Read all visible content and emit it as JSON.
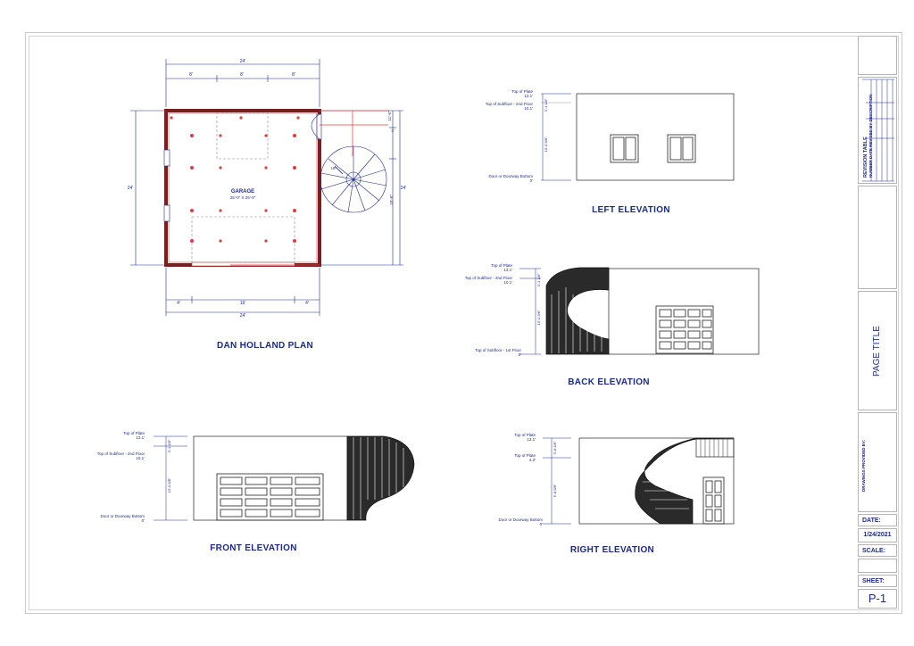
{
  "plan": {
    "title": "DAN HOLLAND PLAN",
    "room_name": "GARAGE",
    "room_size": "25'-0\" X 25'-0\"",
    "dim_top_overall": "24'",
    "dim_top_segments": [
      "8'",
      "8'",
      "8'"
    ],
    "dim_bottom_overall": "24'",
    "dim_bottom_segments": [
      "4'",
      "16'",
      "4'"
    ],
    "dim_left": "24'",
    "dim_right": "24'",
    "dim_right_lower": "15'-6\"",
    "dim_right_top": "11'-6\"",
    "dim_right_mid": "3'",
    "stair_label": "UP"
  },
  "elevations": {
    "left": {
      "title": "LEFT ELEVATION",
      "levels": [
        {
          "name": "Top of Plate",
          "value": "13.1'"
        },
        {
          "name": "Top of Subfloor - 2nd Floor",
          "value": "10.1'"
        },
        {
          "name": "Door or Doorway Bottom",
          "value": "0'"
        }
      ],
      "dims": [
        "3'-1 1/8\"",
        "10'-0 5/8\""
      ]
    },
    "back": {
      "title": "BACK ELEVATION",
      "levels": [
        {
          "name": "Top of Plate",
          "value": "13.1'"
        },
        {
          "name": "Top of Subfloor - 2nd Floor",
          "value": "10.1'"
        },
        {
          "name": "Top of Subfloor - 1st Floor",
          "value": "0'"
        }
      ],
      "dims": [
        "3'-1 1/8\"",
        "10'-0 5/8\""
      ]
    },
    "front": {
      "title": "FRONT ELEVATION",
      "levels": [
        {
          "name": "Top of Plate",
          "value": "13.1'"
        },
        {
          "name": "Top of Subfloor - 2nd Floor",
          "value": "10.1'"
        },
        {
          "name": "Door or Doorway Bottom",
          "value": "0'"
        }
      ],
      "dims": [
        "3'-1 1/8\"",
        "10'-0 5/8\""
      ]
    },
    "right": {
      "title": "RIGHT ELEVATION",
      "levels": [
        {
          "name": "Top of Plate",
          "value": "13.1'"
        },
        {
          "name": "Top of Plate",
          "value": "4.3'"
        },
        {
          "name": "Door or Doorway Bottom",
          "value": "0'"
        }
      ],
      "dims": [
        "3'-8 1/8\"",
        "6'-8 5/8\""
      ]
    }
  },
  "title_block": {
    "revision_table_title": "REVISION TABLE",
    "revision_headers": "NUMBER  DATE  REVISED BY  DESCRIPTION",
    "page_title": "PAGE TITLE",
    "drawings_by": "DRAWINGS PROVIDED BY:",
    "date_label": "DATE:",
    "date_value": "1/24/2021",
    "scale_label": "SCALE:",
    "scale_value": "",
    "sheet_label": "SHEET:",
    "sheet_value": "P-1"
  },
  "colors": {
    "ink": "#1b2a8a",
    "wall": "#7a1f1f",
    "red_line": "#e23b3b"
  }
}
